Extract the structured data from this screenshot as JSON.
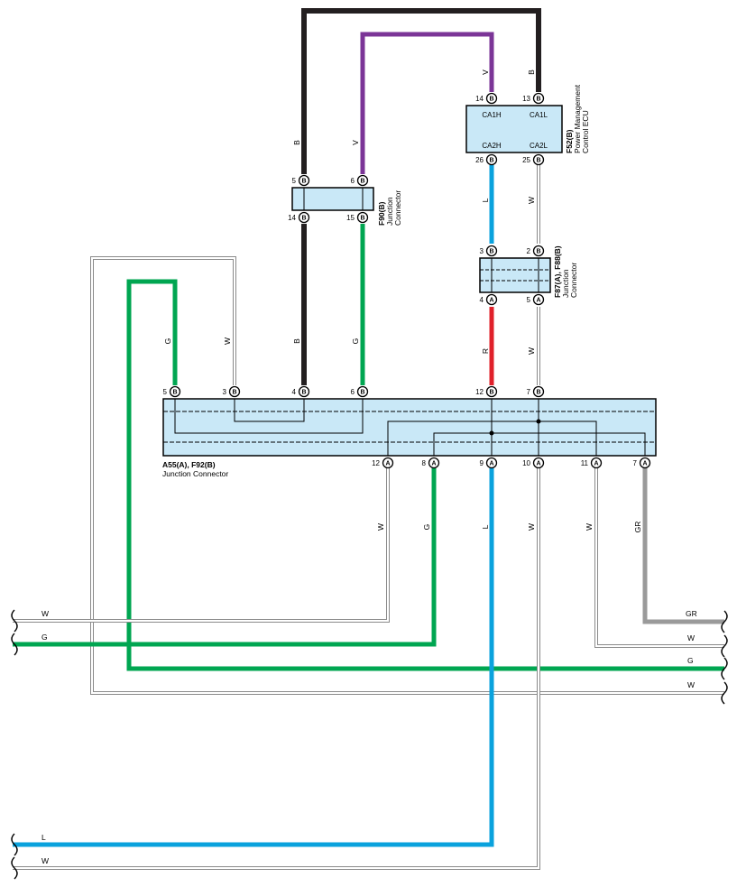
{
  "components": {
    "ecu": {
      "title": "F52(B)",
      "subtitle_1": "Power Management",
      "subtitle_2": "Control ECU",
      "pins": [
        {
          "num": "14",
          "conn": "B",
          "terminal": "CA1H"
        },
        {
          "num": "13",
          "conn": "B",
          "terminal": "CA1L"
        },
        {
          "num": "26",
          "conn": "B",
          "terminal": "CA2H"
        },
        {
          "num": "25",
          "conn": "B",
          "terminal": "CA2L"
        }
      ]
    },
    "f90": {
      "title": "F90(B)",
      "subtitle_1": "Junction",
      "subtitle_2": "Connector",
      "pins": [
        {
          "num": "5",
          "conn": "B"
        },
        {
          "num": "6",
          "conn": "B"
        },
        {
          "num": "14",
          "conn": "B"
        },
        {
          "num": "15",
          "conn": "B"
        }
      ]
    },
    "f87": {
      "title": "F87(A), F88(B)",
      "subtitle_1": "Junction",
      "subtitle_2": "Connector",
      "pins": [
        {
          "num": "3",
          "conn": "B"
        },
        {
          "num": "2",
          "conn": "B"
        },
        {
          "num": "4",
          "conn": "A"
        },
        {
          "num": "5",
          "conn": "A"
        }
      ]
    },
    "a55": {
      "title": "A55(A), F92(B)",
      "subtitle": "Junction Connector",
      "top_pins": [
        {
          "num": "5",
          "conn": "B"
        },
        {
          "num": "3",
          "conn": "B"
        },
        {
          "num": "4",
          "conn": "B"
        },
        {
          "num": "6",
          "conn": "B"
        },
        {
          "num": "12",
          "conn": "B"
        },
        {
          "num": "7",
          "conn": "B"
        }
      ],
      "bottom_pins": [
        {
          "num": "12",
          "conn": "A"
        },
        {
          "num": "8",
          "conn": "A"
        },
        {
          "num": "9",
          "conn": "A"
        },
        {
          "num": "10",
          "conn": "A"
        },
        {
          "num": "11",
          "conn": "A"
        },
        {
          "num": "7",
          "conn": "A"
        }
      ]
    }
  },
  "wire_labels": {
    "v": "V",
    "b": "B",
    "l": "L",
    "w": "W",
    "r": "R",
    "g": "G",
    "gr": "GR"
  },
  "colors": {
    "black": "#231f20",
    "violet": "#7b3597",
    "blue": "#0aa2dd",
    "red": "#e0202a",
    "green": "#00a651",
    "gray": "#9a9a9a",
    "white_wire_outline": "#8a8a8a",
    "connector_fill": "#c9e8f7"
  }
}
